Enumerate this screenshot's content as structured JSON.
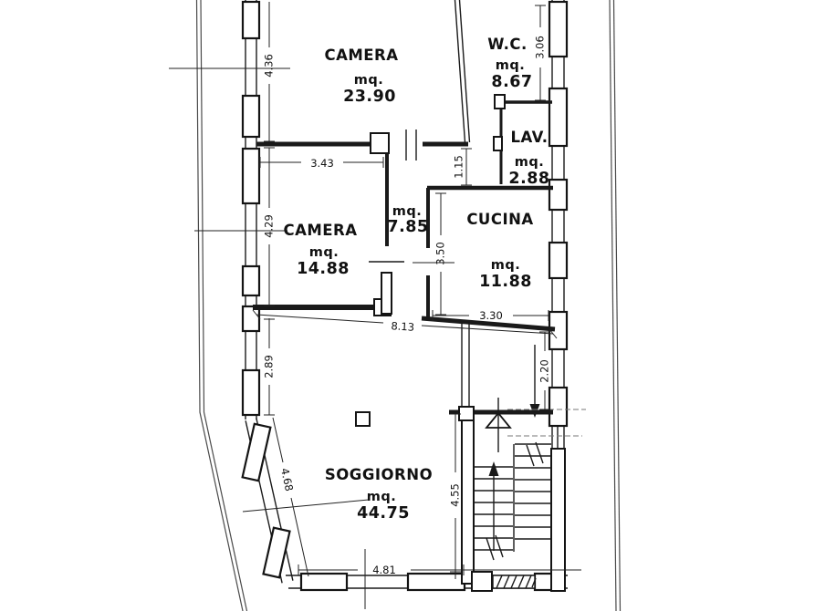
{
  "plan": {
    "colors": {
      "ink": "#1a1a1a",
      "paper": "#ffffff"
    },
    "rooms": {
      "camera1": {
        "name": "CAMERA",
        "unit": "mq.",
        "area": "23.90"
      },
      "wc": {
        "name": "W.C.",
        "unit": "mq.",
        "area": "8.67"
      },
      "lav": {
        "name": "LAV.",
        "unit": "mq.",
        "area": "2.88"
      },
      "camera2": {
        "name": "CAMERA",
        "unit": "mq.",
        "area": "14.88"
      },
      "corridoio": {
        "unit": "mq.",
        "area": "7.85"
      },
      "cucina": {
        "name": "CUCINA",
        "unit": "mq.",
        "area": "11.88"
      },
      "soggiorno": {
        "name": "SOGGIORNO",
        "unit": "mq.",
        "area": "44.75"
      }
    },
    "dimensions": {
      "camera1_height": "4.36",
      "wc_height": "3.06",
      "camera2_width": "3.43",
      "camera2_height": "4.29",
      "corridor_width": "1.15",
      "cucina_height": "3.50",
      "cucina_width": "3.30",
      "soggiorno_width": "8.13",
      "wall_left_lower": "2.89",
      "wall_diagonal": "4.68",
      "landing_height": "2.20",
      "stairwell_height": "4.55",
      "bottom_width": "4.81"
    }
  }
}
